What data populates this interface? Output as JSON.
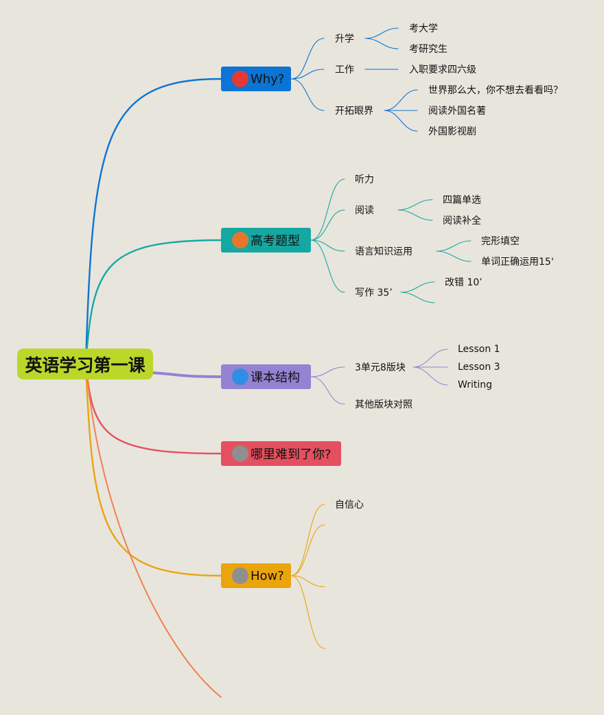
{
  "root": {
    "label": "英语学习第一课",
    "color": "#bbd72a"
  },
  "topics": [
    {
      "id": "t1",
      "num": "1",
      "label": "Why?",
      "color": "#0b74d4",
      "badge": "#e53935",
      "badge_text": "#e53935",
      "children": [
        {
          "label": "升学",
          "children": [
            {
              "label": "考大学"
            },
            {
              "label": "考研究生"
            }
          ]
        },
        {
          "label": "工作",
          "children": [
            {
              "label": "入职要求四六级"
            }
          ]
        },
        {
          "label": "开拓眼界",
          "children": [
            {
              "label": "世界那么大，你不想去看看吗？"
            },
            {
              "label": "阅读外国名著"
            },
            {
              "label": "外国影视剧"
            }
          ]
        }
      ]
    },
    {
      "id": "t2",
      "num": "2",
      "label": "高考题型",
      "color": "#15a8a2",
      "badge": "#e8762a",
      "badge_text": "#e8762a",
      "children": [
        {
          "label": "听力",
          "children": []
        },
        {
          "label": "阅读",
          "children": [
            {
              "label": "四篇单选"
            },
            {
              "label": "阅读补全"
            }
          ]
        },
        {
          "label": "语言知识运用",
          "children": [
            {
              "label": "完形填空"
            },
            {
              "label": "单词正确运用15'"
            }
          ]
        },
        {
          "label": "写作 35’",
          "children": [
            {
              "label": "改错 10’"
            },
            {
              "label": ""
            }
          ]
        }
      ]
    },
    {
      "id": "t3",
      "num": "3",
      "label": "课本结构",
      "color": "#9482d2",
      "badge": "#2f8ee5",
      "badge_text": "#2f8ee5",
      "children": [
        {
          "label": "3单元8版块",
          "children": [
            {
              "label": "Lesson 1"
            },
            {
              "label": "Lesson 3"
            },
            {
              "label": "Writing"
            }
          ]
        },
        {
          "label": "其他版块对照",
          "children": []
        }
      ]
    },
    {
      "id": "t4",
      "num": "4",
      "label": "哪里难到了你?",
      "color": "#e4505f",
      "badge": "#8f8f8f",
      "badge_text": "#8f8f8f",
      "children": []
    },
    {
      "id": "t5",
      "num": "5",
      "label": "How?",
      "color": "#eaa40c",
      "badge": "#8f8f8f",
      "badge_text": "#8f8f8f",
      "children": [
        {
          "label": "自信心",
          "children": []
        },
        {
          "label": "",
          "children": []
        },
        {
          "label": "",
          "children": []
        },
        {
          "label": "",
          "children": []
        }
      ]
    }
  ],
  "extra_branch_color": "#f08050"
}
